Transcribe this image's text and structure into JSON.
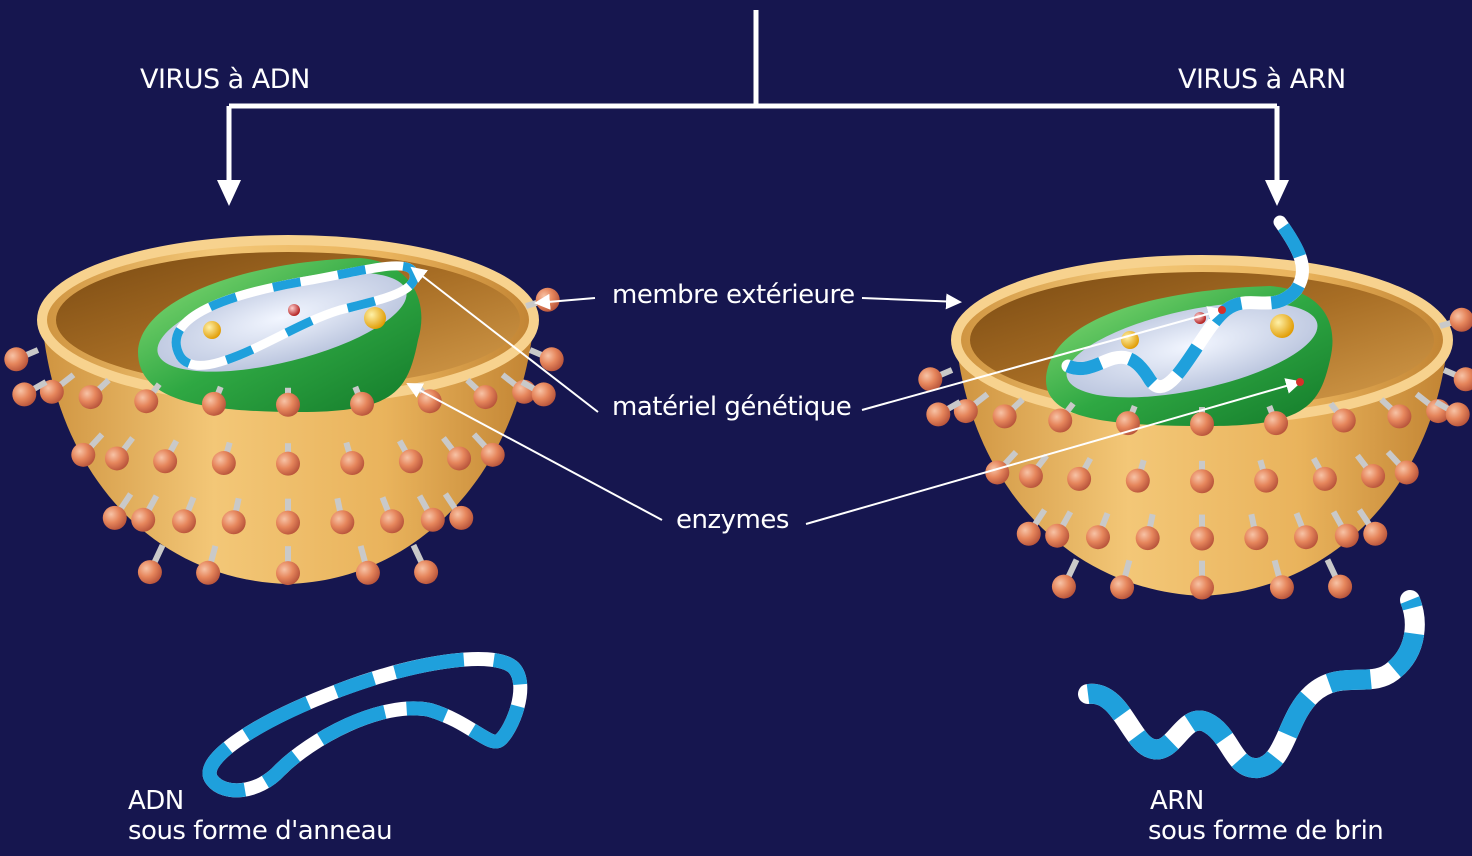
{
  "headings": {
    "left": "VIRUS à ADN",
    "right": "VIRUS à ARN"
  },
  "labels": {
    "outer_membrane": "membre extérieure",
    "genetic_material": "matériel génétique",
    "enzymes": "enzymes"
  },
  "captions": {
    "dna_title": "ADN",
    "dna_sub": "sous forme d'anneau",
    "rna_title": "ARN",
    "rna_sub": "sous forme de brin"
  },
  "colors": {
    "background": "#16164f",
    "shell": "#e8b55e",
    "shell_inner": "#a26a22",
    "spike_ball": "#e07a52",
    "spike_stem": "#bfbfbf",
    "core": "#22a83c",
    "strand_blue": "#1fa0dc",
    "strand_white": "#ffffff",
    "enzyme_yellow": "#f5b90f",
    "enzyme_red": "#d6302a"
  }
}
